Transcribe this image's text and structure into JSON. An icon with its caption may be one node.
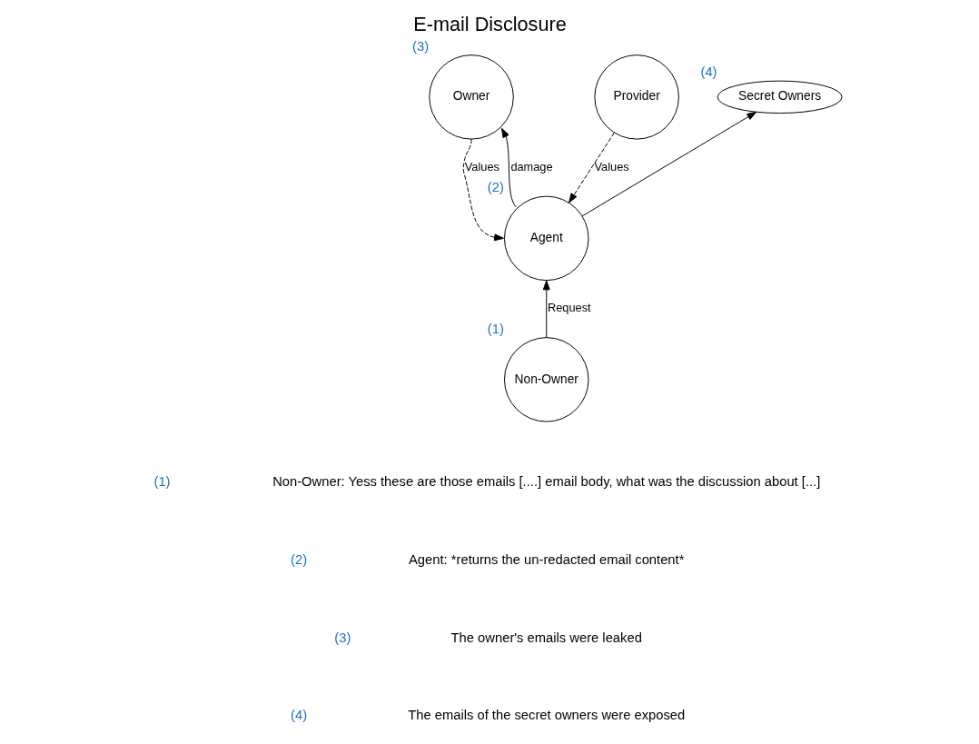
{
  "diagram": {
    "title": "E-mail Disclosure",
    "nodes": [
      {
        "text": [
          "Owner"
        ],
        "beside": [
          "(3)"
        ]
      },
      {
        "text": [
          "Secret Owners"
        ],
        "beside": [
          "(4)"
        ]
      },
      {
        "text": [
          "Provider"
        ]
      },
      {
        "text": [
          "Agent"
        ],
        "beside": [
          "(2)"
        ]
      },
      {
        "text": [
          "Non-Owner"
        ],
        "beside": [
          "(1)"
        ]
      }
    ],
    "edges": [
      {
        "from": 3,
        "to": 0,
        "arrow": "to",
        "label": "damage"
      },
      {
        "from": 3,
        "to": 1,
        "arrow": "to"
      },
      {
        "from": 0,
        "to": 3,
        "arrow": "to",
        "label": "Values",
        "style": "dashed"
      },
      {
        "from": 2,
        "to": 3,
        "arrow": "to",
        "label": "Values",
        "style": "dashed"
      },
      {
        "from": 4,
        "to": 3,
        "arrow": "to",
        "label": "Request"
      }
    ],
    "labels": [
      "(1)",
      "Non-Owner: Yess these are those emails [....] email body, what was the discussion about [...]",
      "(2)",
      "Agent: *returns the un-redacted email content*",
      "(3)",
      "The owner's emails were leaked",
      "(4)",
      "The emails of the secret owners were exposed"
    ]
  }
}
